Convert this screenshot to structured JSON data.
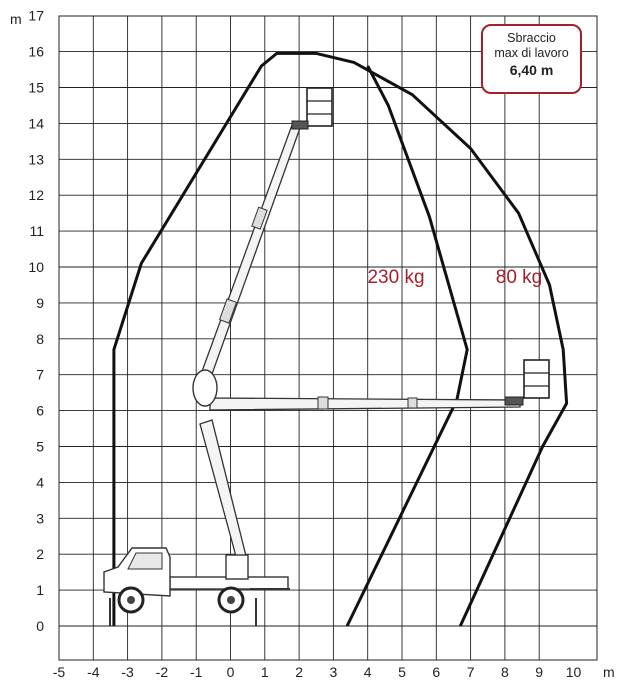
{
  "diagram": {
    "y_unit": "m",
    "x_unit": "m",
    "y_ticks": [
      "0",
      "1",
      "2",
      "3",
      "4",
      "5",
      "6",
      "7",
      "8",
      "9",
      "10",
      "11",
      "12",
      "13",
      "14",
      "15",
      "16",
      "17"
    ],
    "x_ticks": [
      "-5",
      "-4",
      "-3",
      "-2",
      "-1",
      "0",
      "1",
      "2",
      "3",
      "4",
      "5",
      "6",
      "7",
      "8",
      "9",
      "10"
    ],
    "zones": [
      {
        "label": "230 kg",
        "color": "#a3212b"
      },
      {
        "label": "80 kg",
        "color": "#a3212b"
      }
    ],
    "reach_box": {
      "line1": "Sbraccio",
      "line2": "max di lavoro",
      "value": "6,40 m",
      "border_color": "#a3212b"
    },
    "envelope_outer": [
      [
        -3.4,
        0
      ],
      [
        -3.4,
        7.7
      ],
      [
        -2.6,
        10.1
      ],
      [
        0.9,
        15.6
      ],
      [
        1.35,
        15.95
      ],
      [
        2.5,
        15.95
      ],
      [
        3.6,
        15.7
      ],
      [
        5.3,
        14.8
      ],
      [
        7.0,
        13.3
      ],
      [
        8.4,
        11.5
      ],
      [
        9.3,
        9.5
      ],
      [
        9.7,
        7.7
      ],
      [
        9.8,
        6.2
      ],
      [
        9.1,
        5.0
      ],
      [
        6.7,
        0
      ]
    ],
    "envelope_230kg": [
      [
        3.4,
        0
      ],
      [
        6.6,
        6.3
      ],
      [
        6.9,
        7.7
      ],
      [
        5.8,
        11.4
      ],
      [
        4.6,
        14.5
      ],
      [
        4.0,
        15.6
      ]
    ]
  }
}
